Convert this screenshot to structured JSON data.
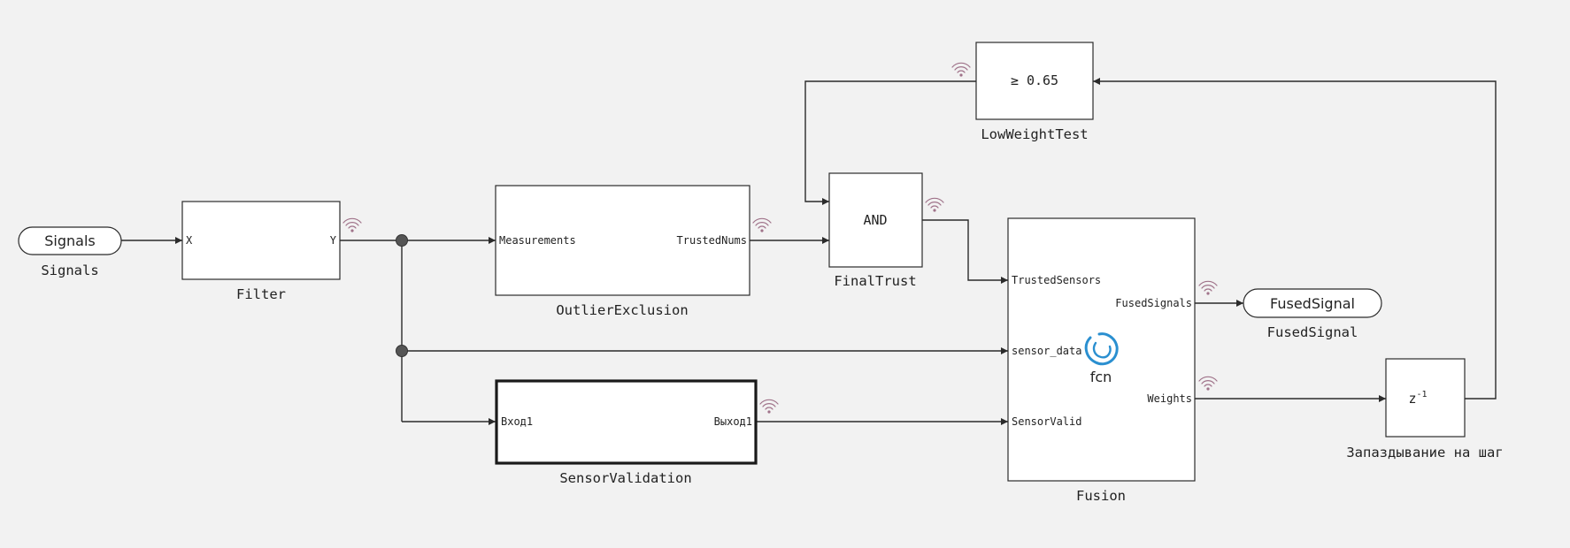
{
  "diagram": {
    "inport": {
      "label": "Signals",
      "name": "Signals"
    },
    "filter": {
      "name": "Filter",
      "in_port": "X",
      "out_port": "Y"
    },
    "outlier": {
      "name": "OutlierExclusion",
      "in_port": "Measurements",
      "out_port": "TrustedNums"
    },
    "sensor_validation": {
      "name": "SensorValidation",
      "in_port": "Вход1",
      "out_port": "Выход1"
    },
    "final_trust": {
      "name": "FinalTrust",
      "operator": "AND"
    },
    "low_weight_test": {
      "name": "LowWeightTest",
      "condition": "≥ 0.65"
    },
    "fusion": {
      "name": "Fusion",
      "icon_label": "fcn",
      "in_ports": [
        "TrustedSensors",
        "sensor_data",
        "SensorValid"
      ],
      "out_ports": [
        "FusedSignals",
        "Weights"
      ]
    },
    "outport": {
      "label": "FusedSignal",
      "name": "FusedSignal"
    },
    "delay": {
      "name": "Запаздывание на шаг",
      "base": "z",
      "exponent": "-1"
    }
  },
  "colors": {
    "signal_logging": "#a0738a",
    "fcn_icon": "#2a8fd0"
  }
}
